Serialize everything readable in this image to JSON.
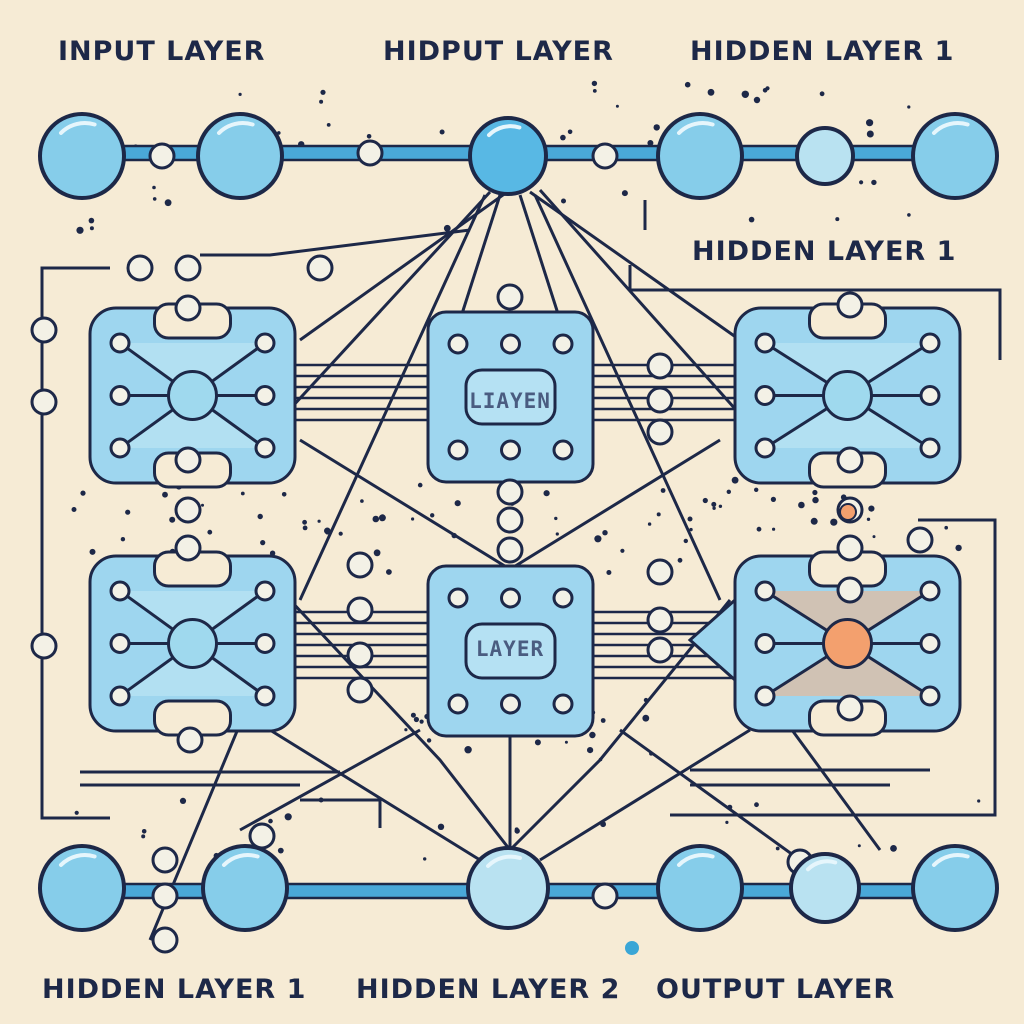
{
  "labels": {
    "top_left": "INPUT LAYER",
    "top_middle": "HIDPUT LAYER",
    "top_right": "HIDDEN LAYER 1",
    "middle_right": "HIDDEN LAYER 1",
    "bottom_left": "HIDDEN LAYER 1",
    "bottom_middle": "HIDDEN LAYER 2",
    "bottom_right": "OUTPUT LAYER"
  },
  "box_text": {
    "upper_center": "LIAYEN",
    "lower_center": "LAYER"
  },
  "colors": {
    "background": "#f6ebd5",
    "node_fill": "#86cdea",
    "node_stroke": "#1d2848",
    "box_fill": "#9ed6ef",
    "connector_fill": "#f3f1e6",
    "highlight_node": "#f3a06e",
    "bus_line": "#4aa8d8"
  }
}
